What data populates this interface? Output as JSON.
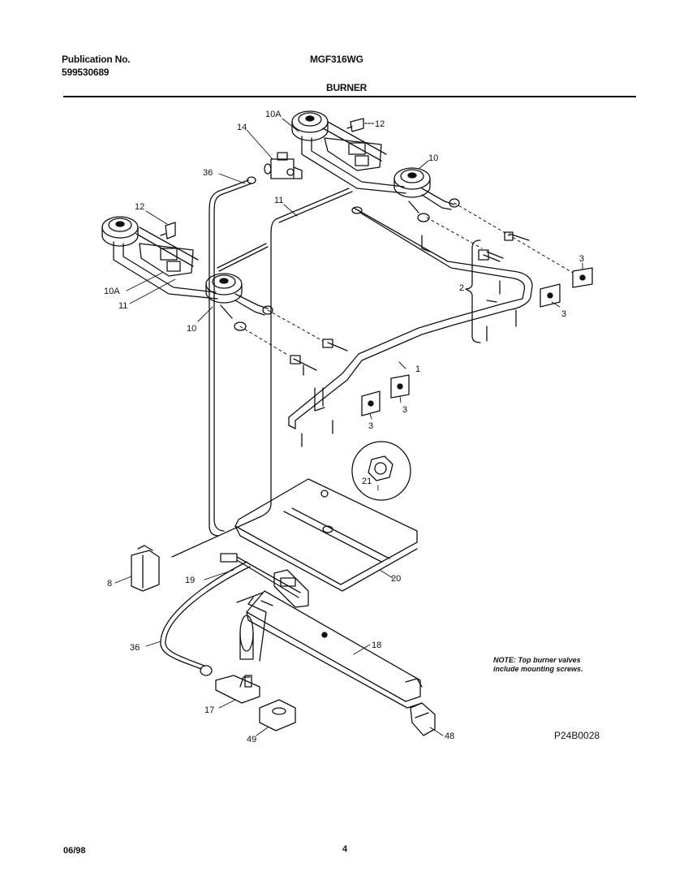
{
  "header": {
    "publication_label": "Publication No.",
    "publication_number": "599530689",
    "model": "MGF316WG",
    "section": "BURNER"
  },
  "footer": {
    "date": "06/98",
    "page": "4"
  },
  "note": {
    "line1": "NOTE: Top burner valves",
    "line2": "include mounting screws."
  },
  "drawing_code": "P24B0028",
  "callouts": {
    "c10a_top": "10A",
    "c14": "14",
    "c12_top": "12",
    "c36_top": "36",
    "c11_top": "11",
    "c10_right": "10",
    "c12_left": "12",
    "c3_r1": "3",
    "c2": "2",
    "c3_r2": "3",
    "c10a_left": "10A",
    "c11_left": "11",
    "c10_left": "10",
    "c1": "1",
    "c3_m1": "3",
    "c3_m2": "3",
    "c21": "21",
    "c8": "8",
    "c19": "19",
    "c20": "20",
    "c18": "18",
    "c36_bot": "36",
    "c17": "17",
    "c49": "49",
    "c48": "48"
  },
  "colors": {
    "ink": "#111111",
    "paper": "#ffffff"
  }
}
